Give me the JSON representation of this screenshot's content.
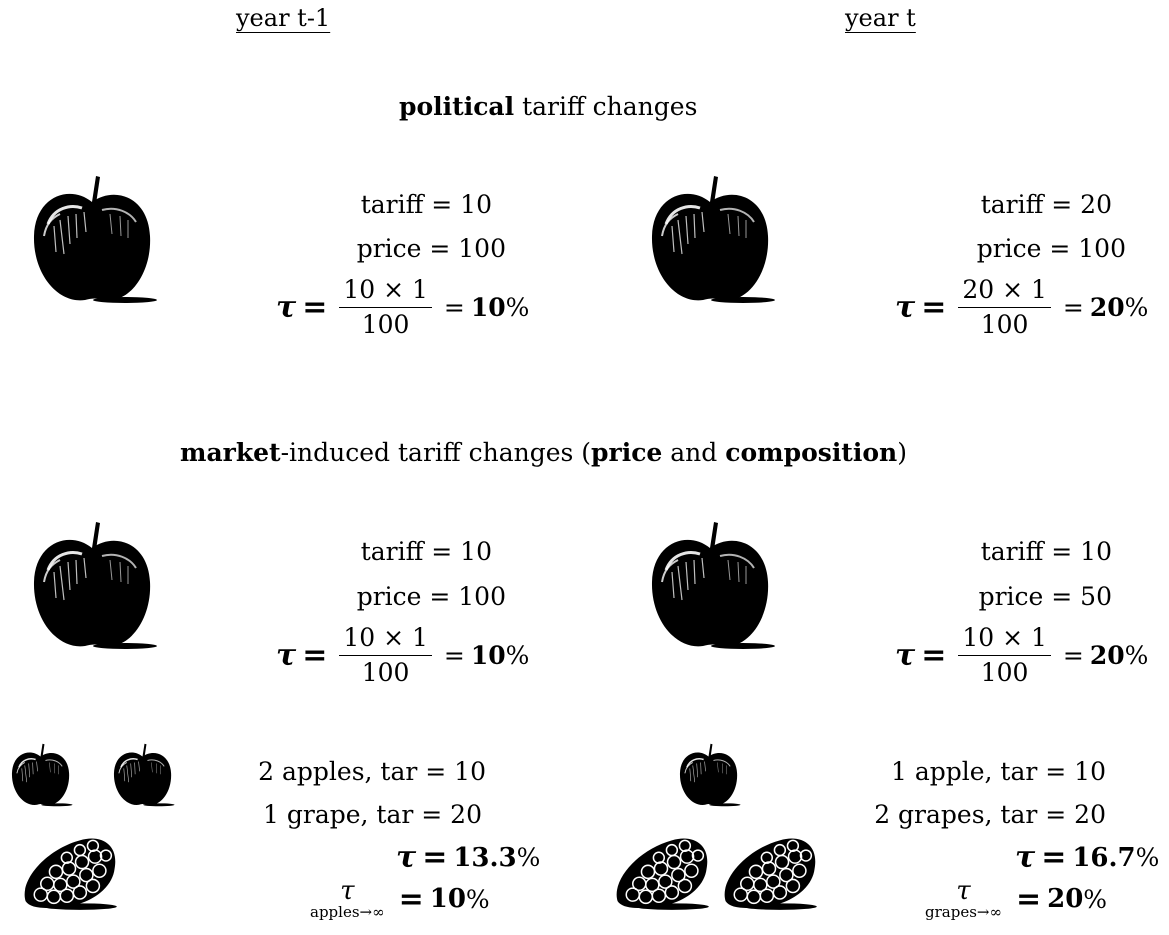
{
  "headers": {
    "left": "year t-1",
    "right": "year t"
  },
  "political": {
    "heading_bold": "political",
    "heading_rest": " tariff changes",
    "left": {
      "tariff": "tariff = 10",
      "price": "price = 100",
      "tau": "τ",
      "num": "10 × 1",
      "den": "100",
      "result_bold": "10",
      "result_pct": "%"
    },
    "right": {
      "tariff": "tariff = 20",
      "price": "price = 100",
      "tau": "τ",
      "num": "20 × 1",
      "den": "100",
      "result_bold": "20",
      "result_pct": "%"
    }
  },
  "market": {
    "heading_bold1": "market",
    "heading_mid": "-induced tariff changes (",
    "heading_bold2": "price",
    "heading_and": " and ",
    "heading_bold3": "composition",
    "heading_end": ")",
    "left": {
      "tariff": "tariff = 10",
      "price": "price = 100",
      "tau": "τ",
      "num": "10 × 1",
      "den": "100",
      "result_bold": "10",
      "result_pct": "%"
    },
    "right": {
      "tariff": "tariff = 10",
      "price": "price = 50",
      "tau": "τ",
      "num": "10 × 1",
      "den": "100",
      "result_bold": "20",
      "result_pct": "%"
    }
  },
  "composition": {
    "left": {
      "line1": "2 apples, tar = 10",
      "line2": "1 grape, tar = 20",
      "tau": "τ",
      "tau_val_bold": "13.3",
      "tau_pct": "%",
      "lim_tau": "τ",
      "lim_sub": "apples→∞",
      "lim_val_bold": "10",
      "lim_pct": "%"
    },
    "right": {
      "line1": "1 apple, tar = 10",
      "line2": "2 grapes, tar = 20",
      "tau": "τ",
      "tau_val_bold": "16.7",
      "tau_pct": "%",
      "lim_tau": "τ",
      "lim_sub": "grapes→∞",
      "lim_val_bold": "20",
      "lim_pct": "%"
    }
  }
}
